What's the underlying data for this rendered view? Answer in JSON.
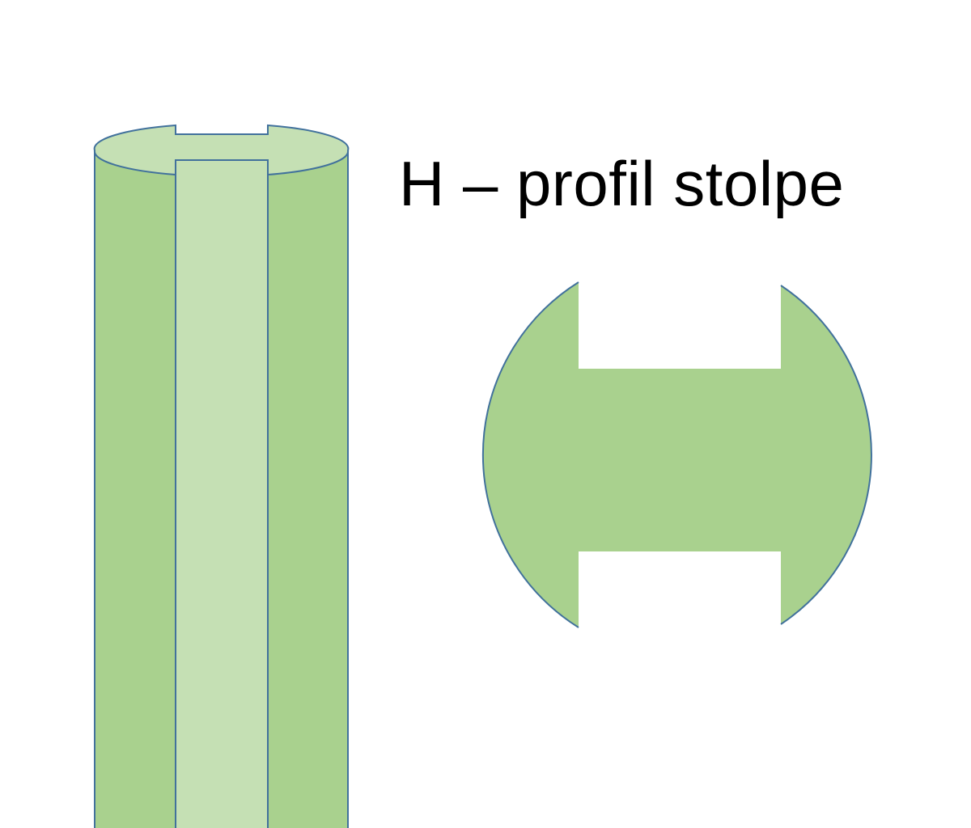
{
  "title": "H – profil stolpe",
  "colors": {
    "dark_green": "#A9D18E",
    "light_green": "#C5E0B4",
    "outline": "#41719C",
    "background": "#FFFFFF"
  },
  "shapes": {
    "post": "cylindrical post with a vertical groove along its length",
    "cross_section": "circular H-profile cross-section with two rectangular notches"
  }
}
